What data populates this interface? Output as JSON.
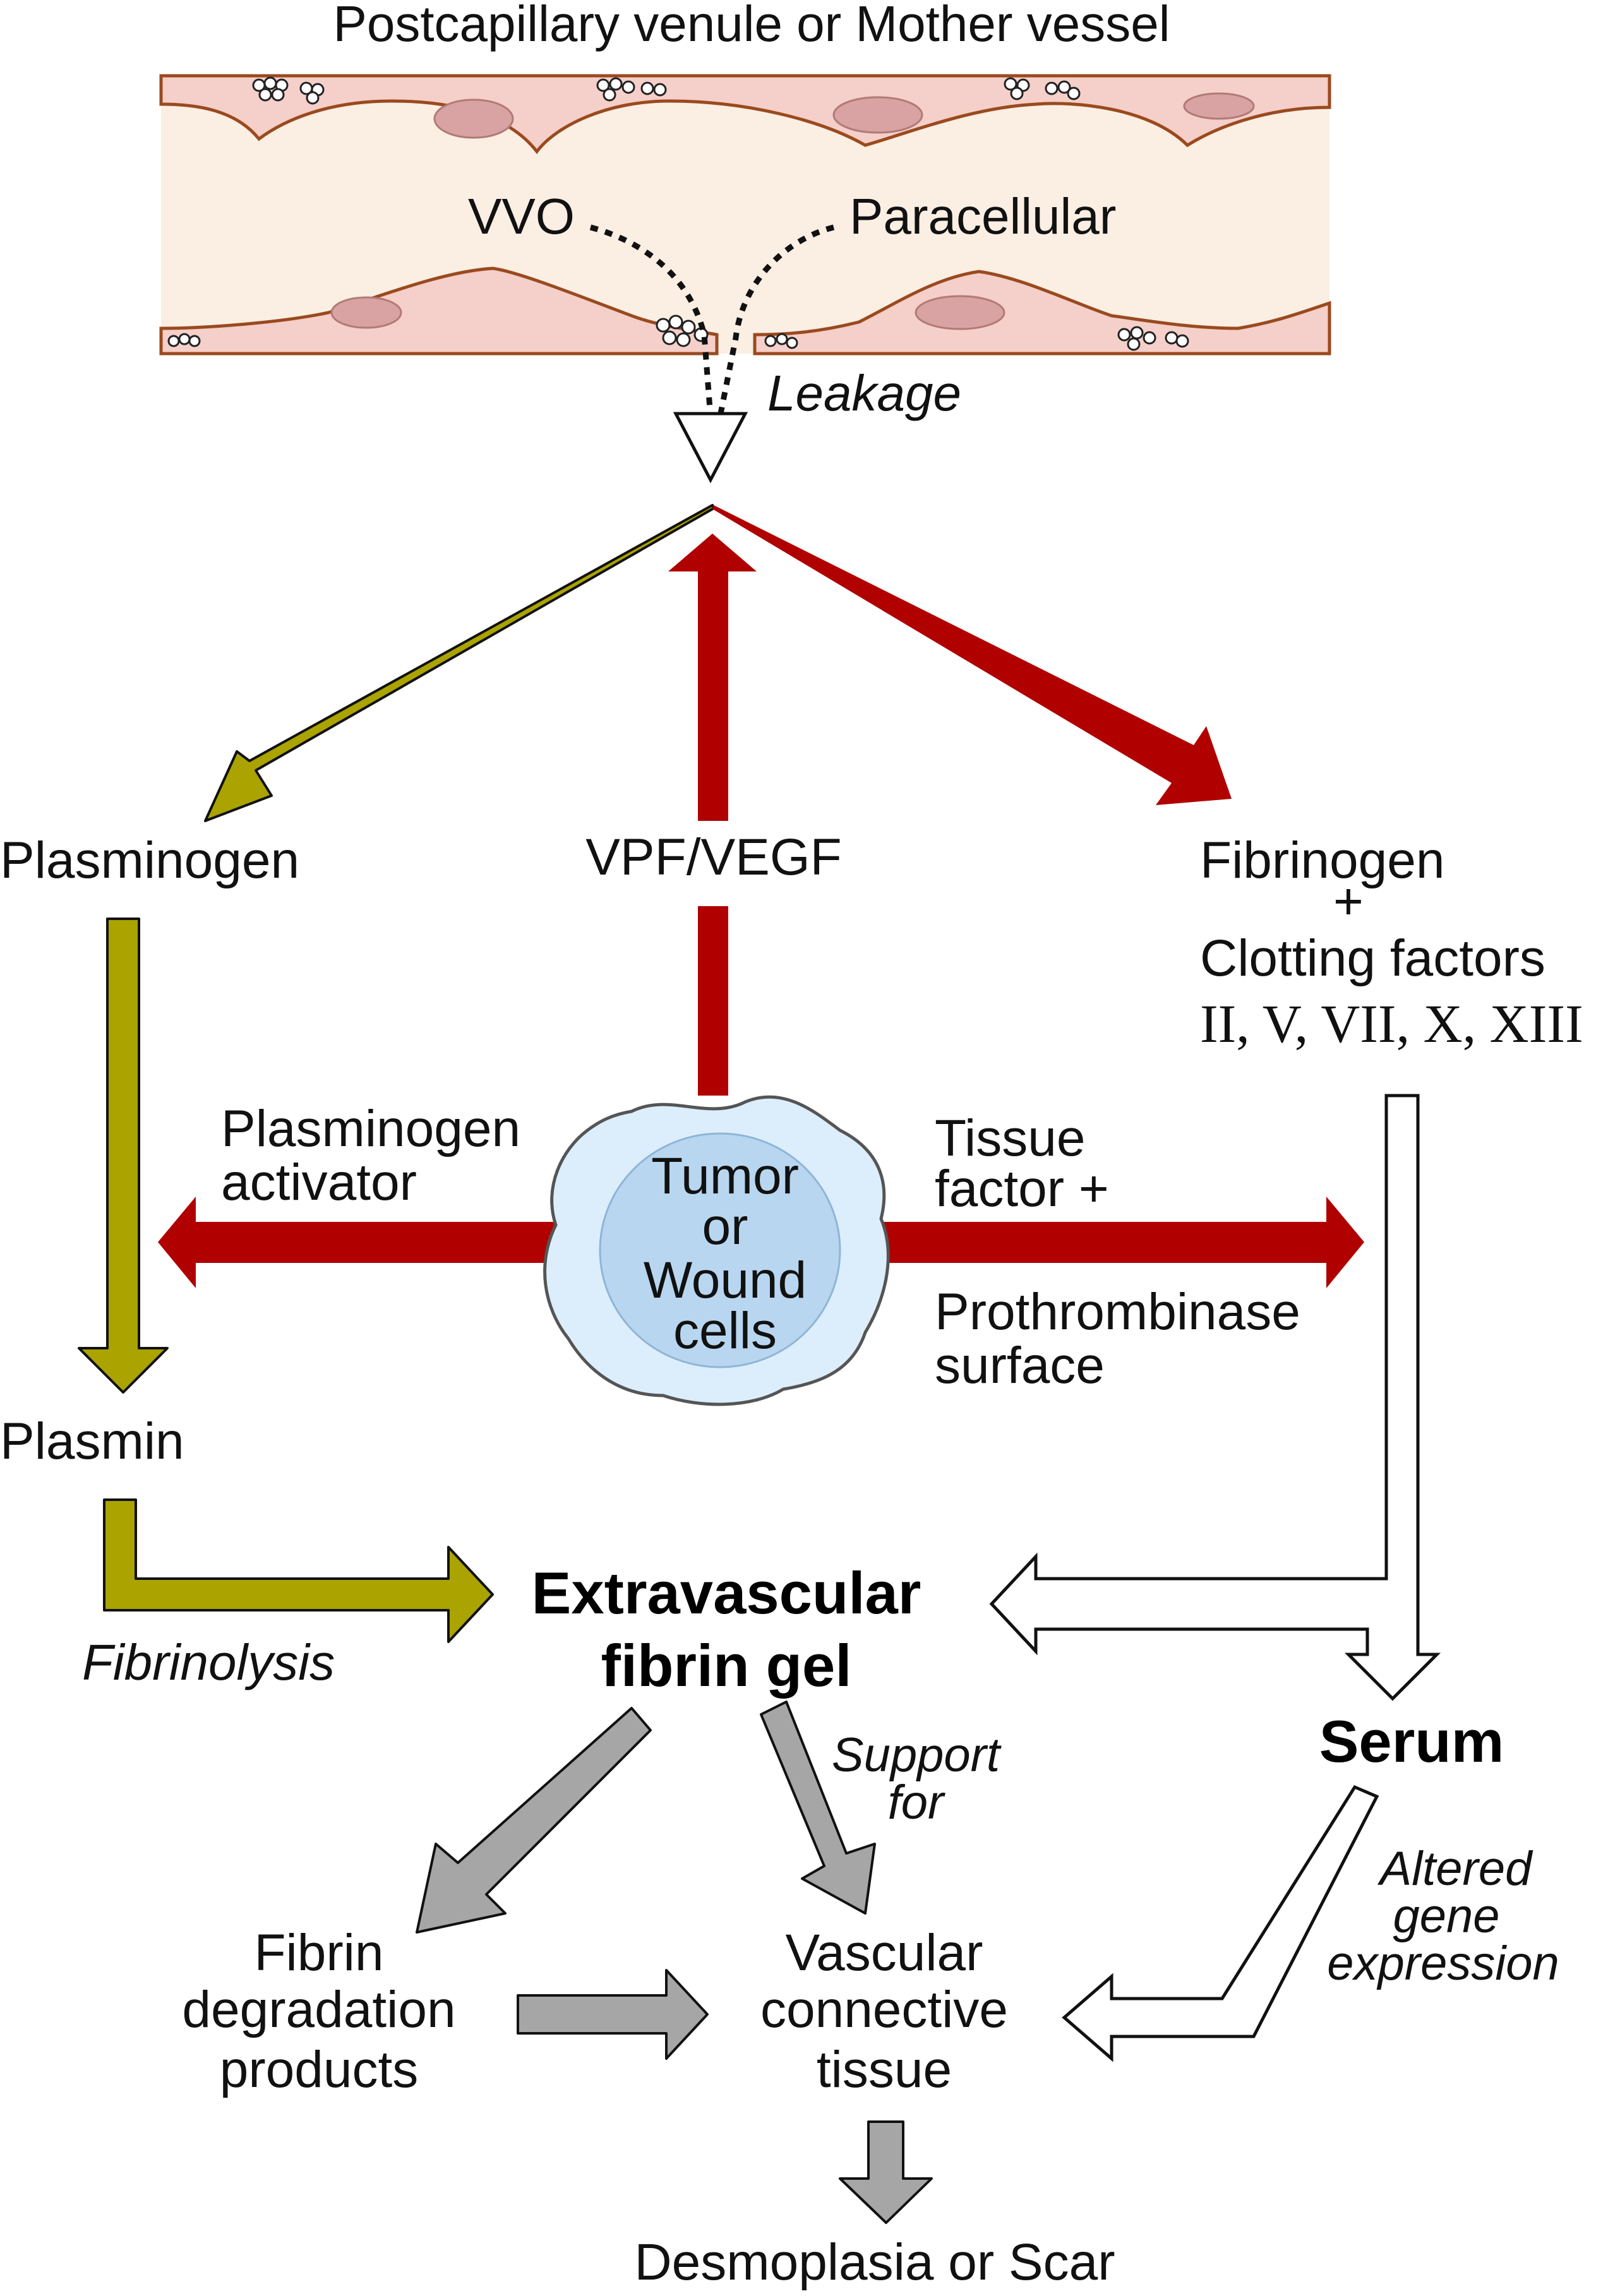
{
  "colors": {
    "red": "#b00000",
    "olive": "#aaa300",
    "gray": "#a6a6a6",
    "vessel_fill": "#f5cfc9",
    "vessel_lumen": "#fbeee3",
    "vessel_edge": "#9a4a1e",
    "nucleus": "#d9a3a3",
    "cell_fill": "#dceefc",
    "cell_nucleus": "#b8d6f0"
  },
  "vessel": {
    "title": "Postcapillary venule or Mother vessel",
    "vvo": "VVO",
    "paracellular": "Paracellular",
    "leakage": "Leakage"
  },
  "nodes": {
    "plasminogen": "Plasminogen",
    "vpf_vegf": "VPF/VEGF",
    "fibrinogen": "Fibrinogen",
    "plus": "+",
    "clotting_factors": "Clotting factors",
    "factor_list": "II, V, VII, X, XIII",
    "pa_line1": "Plasminogen",
    "pa_line2": "activator",
    "cell_line1": "Tumor",
    "cell_line2": "or",
    "cell_line3": "Wound",
    "cell_line4": "cells",
    "tf_line1": "Tissue",
    "tf_line2": "factor +",
    "pt_line1": "Prothrombinase",
    "pt_line2": "surface",
    "plasmin": "Plasmin",
    "fibrinolysis": "Fibrinolysis",
    "gel_line1": "Extravascular",
    "gel_line2": "fibrin gel",
    "serum": "Serum",
    "support_line1": "Support",
    "support_line2": "for",
    "altered_line1": "Altered",
    "altered_line2": "gene",
    "altered_line3": "expression",
    "fdp_line1": "Fibrin",
    "fdp_line2": "degradation",
    "fdp_line3": "products",
    "vct_line1": "Vascular",
    "vct_line2": "connective",
    "vct_line3": "tissue",
    "final": "Desmoplasia or Scar"
  }
}
